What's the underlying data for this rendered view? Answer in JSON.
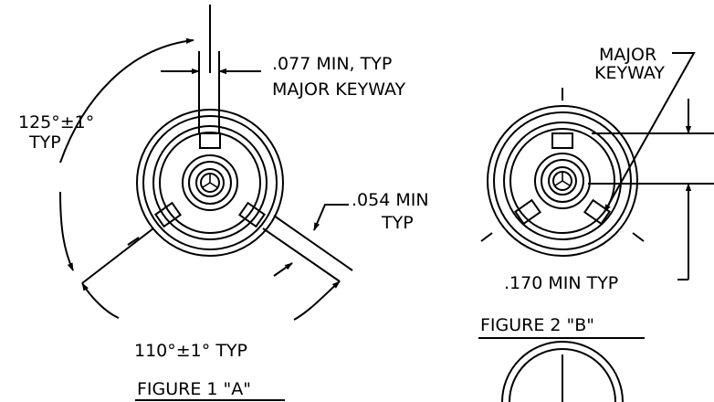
{
  "figure_a": {
    "title": "FIGURE 1 \"A\"",
    "angle_top_line1": "125°±1°",
    "angle_top_line2": "TYP",
    "keyway_width_line1": ".077 MIN, TYP",
    "keyway_width_line2": "MAJOR KEYWAY",
    "minor_width_line1": ".054 MIN",
    "minor_width_line2": "TYP",
    "angle_bottom": "110°±1° TYP"
  },
  "figure_b": {
    "title": "FIGURE 2 \"B\"",
    "major_keyway_line1": "MAJOR",
    "major_keyway_line2": "KEYWAY",
    "depth_dim": ".170 MIN TYP"
  },
  "colors": {
    "ink": "#000000",
    "paper": "#ffffff"
  }
}
